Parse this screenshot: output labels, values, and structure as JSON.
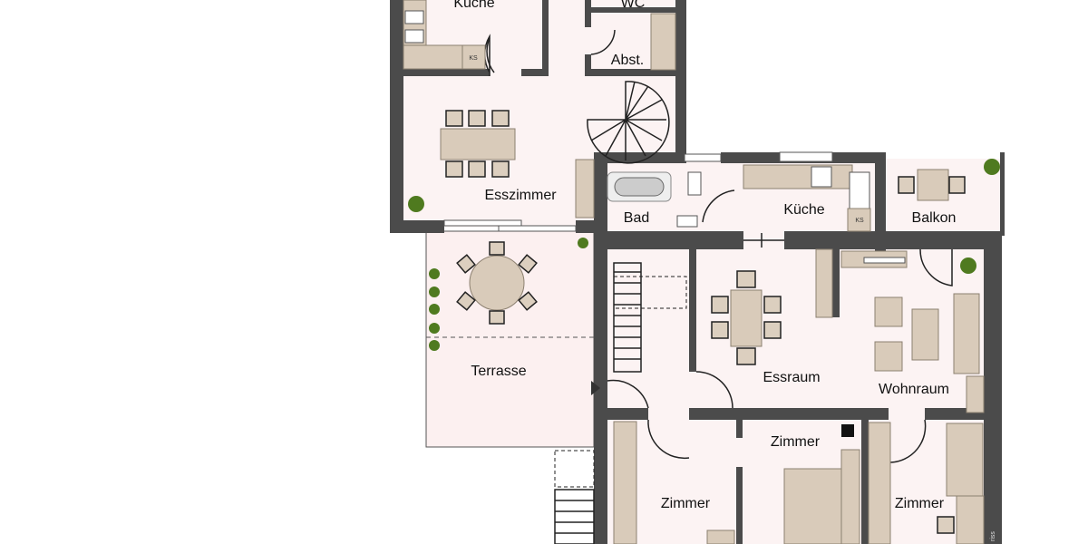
{
  "plan": {
    "rooms": {
      "kueche_top": "Küche",
      "wc": "WC",
      "abst": "Abst.",
      "esszimmer": "Esszimmer",
      "bad": "Bad",
      "kueche": "Küche",
      "balkon": "Balkon",
      "terrasse": "Terrasse",
      "essraum": "Essraum",
      "wohnraum": "Wohnraum",
      "zimmer_1": "Zimmer",
      "zimmer_2": "Zimmer",
      "zimmer_3": "Zimmer"
    },
    "fridge_label": "KS",
    "watermark": "riss",
    "colors": {
      "wall": "#4b4b4b",
      "floor": "#fcf3f3",
      "furniture": "#d9cbba"
    }
  }
}
